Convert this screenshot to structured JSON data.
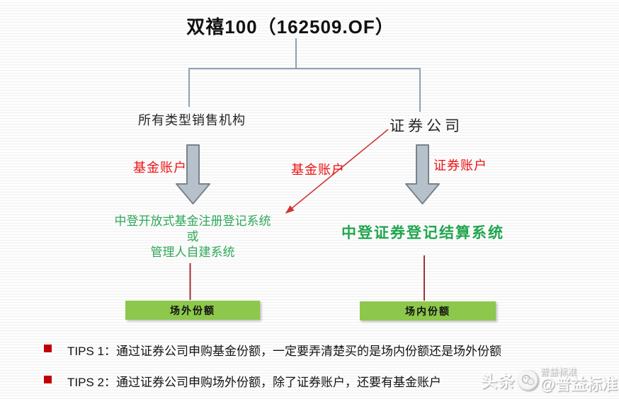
{
  "title": "双禧100（162509.OF）",
  "nodes": {
    "left": "所有类型销售机构",
    "right": "证券公司"
  },
  "arrow_labels": {
    "left": "基金账户",
    "middle": "基金账户",
    "right": "证券账户"
  },
  "systems": {
    "left_line1": "中登开放式基金注册登记系统",
    "left_line2": "或",
    "left_line3": "管理人自建系统",
    "right": "中登证券登记结算系统"
  },
  "share_boxes": {
    "left": "场外份额",
    "right": "场内份额"
  },
  "tips": [
    {
      "label": "TIPS 1：通过证券公司申购基金份额，一定要弄清楚买的是场内份额还是场外份额"
    },
    {
      "label": "TIPS 2：通过证券公司申购场外份额，除了证券账户，还要有基金账户"
    }
  ],
  "watermark": {
    "prefix": "头条",
    "logo": "puyi-round-logo-icon",
    "name_small": "普益标准",
    "handle": "@普益标准"
  },
  "colors": {
    "connector": "#8ca0b4",
    "arrow-fill": "#b7c1cb",
    "arrow-stroke": "#79838c",
    "red-text": "#ee1111",
    "red-line": "#d23434",
    "dark-red-line": "#9f3336",
    "green-text": "#2fa85a",
    "green-text-bold": "#21a64e",
    "green-box": "#8dc74c",
    "bullet-red": "#c00000"
  }
}
